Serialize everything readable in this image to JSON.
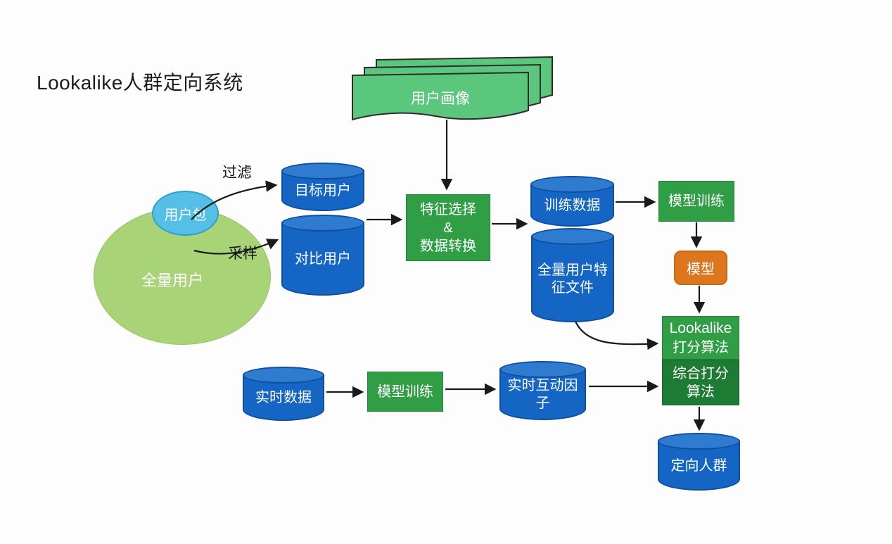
{
  "title": "Lookalike人群定向系统",
  "colors": {
    "cylinder_blue": "#1565C4",
    "cylinder_blue_top": "#2E7BD0",
    "cylinder_border": "#0E4F9E",
    "box_green": "#2F9E45",
    "box_green_dark": "#1E7B33",
    "box_orange": "#DE751F",
    "ellipse_green": "#A9D377",
    "ellipse_blue": "#55BFE6",
    "doc_green": "#5BC77D",
    "arrow": "#1A1A1A"
  },
  "nodes": {
    "user_profile": {
      "label": "用户画像",
      "shape": "stacked-documents"
    },
    "user_package": {
      "label": "用户包",
      "shape": "ellipse"
    },
    "all_users": {
      "label": "全量用户",
      "shape": "ellipse"
    },
    "target_users": {
      "label": "目标用户",
      "shape": "cylinder"
    },
    "compare_users": {
      "label": "对比用户",
      "shape": "cylinder"
    },
    "feature_select": {
      "line1": "特征选择",
      "line2": "&",
      "line3": "数据转换",
      "shape": "rect"
    },
    "training_data": {
      "label": "训练数据",
      "shape": "cylinder"
    },
    "feature_file": {
      "label": "全量用户特征文件",
      "shape": "cylinder"
    },
    "model_training_top": {
      "label": "模型训练",
      "shape": "rect"
    },
    "model": {
      "label": "模型",
      "shape": "rounded-rect"
    },
    "lookalike_scoring": {
      "line1": "Lookalike",
      "line2": "打分算法",
      "shape": "rect"
    },
    "combined_scoring": {
      "label": "综合打分算法",
      "shape": "rect"
    },
    "realtime_data": {
      "label": "实时数据",
      "shape": "cylinder"
    },
    "model_training_bottom": {
      "label": "模型训练",
      "shape": "rect"
    },
    "realtime_factor": {
      "label": "实时互动因子",
      "shape": "cylinder"
    },
    "target_audience": {
      "label": "定向人群",
      "shape": "cylinder"
    }
  },
  "edge_labels": {
    "filter": "过滤",
    "sample": "采样"
  }
}
